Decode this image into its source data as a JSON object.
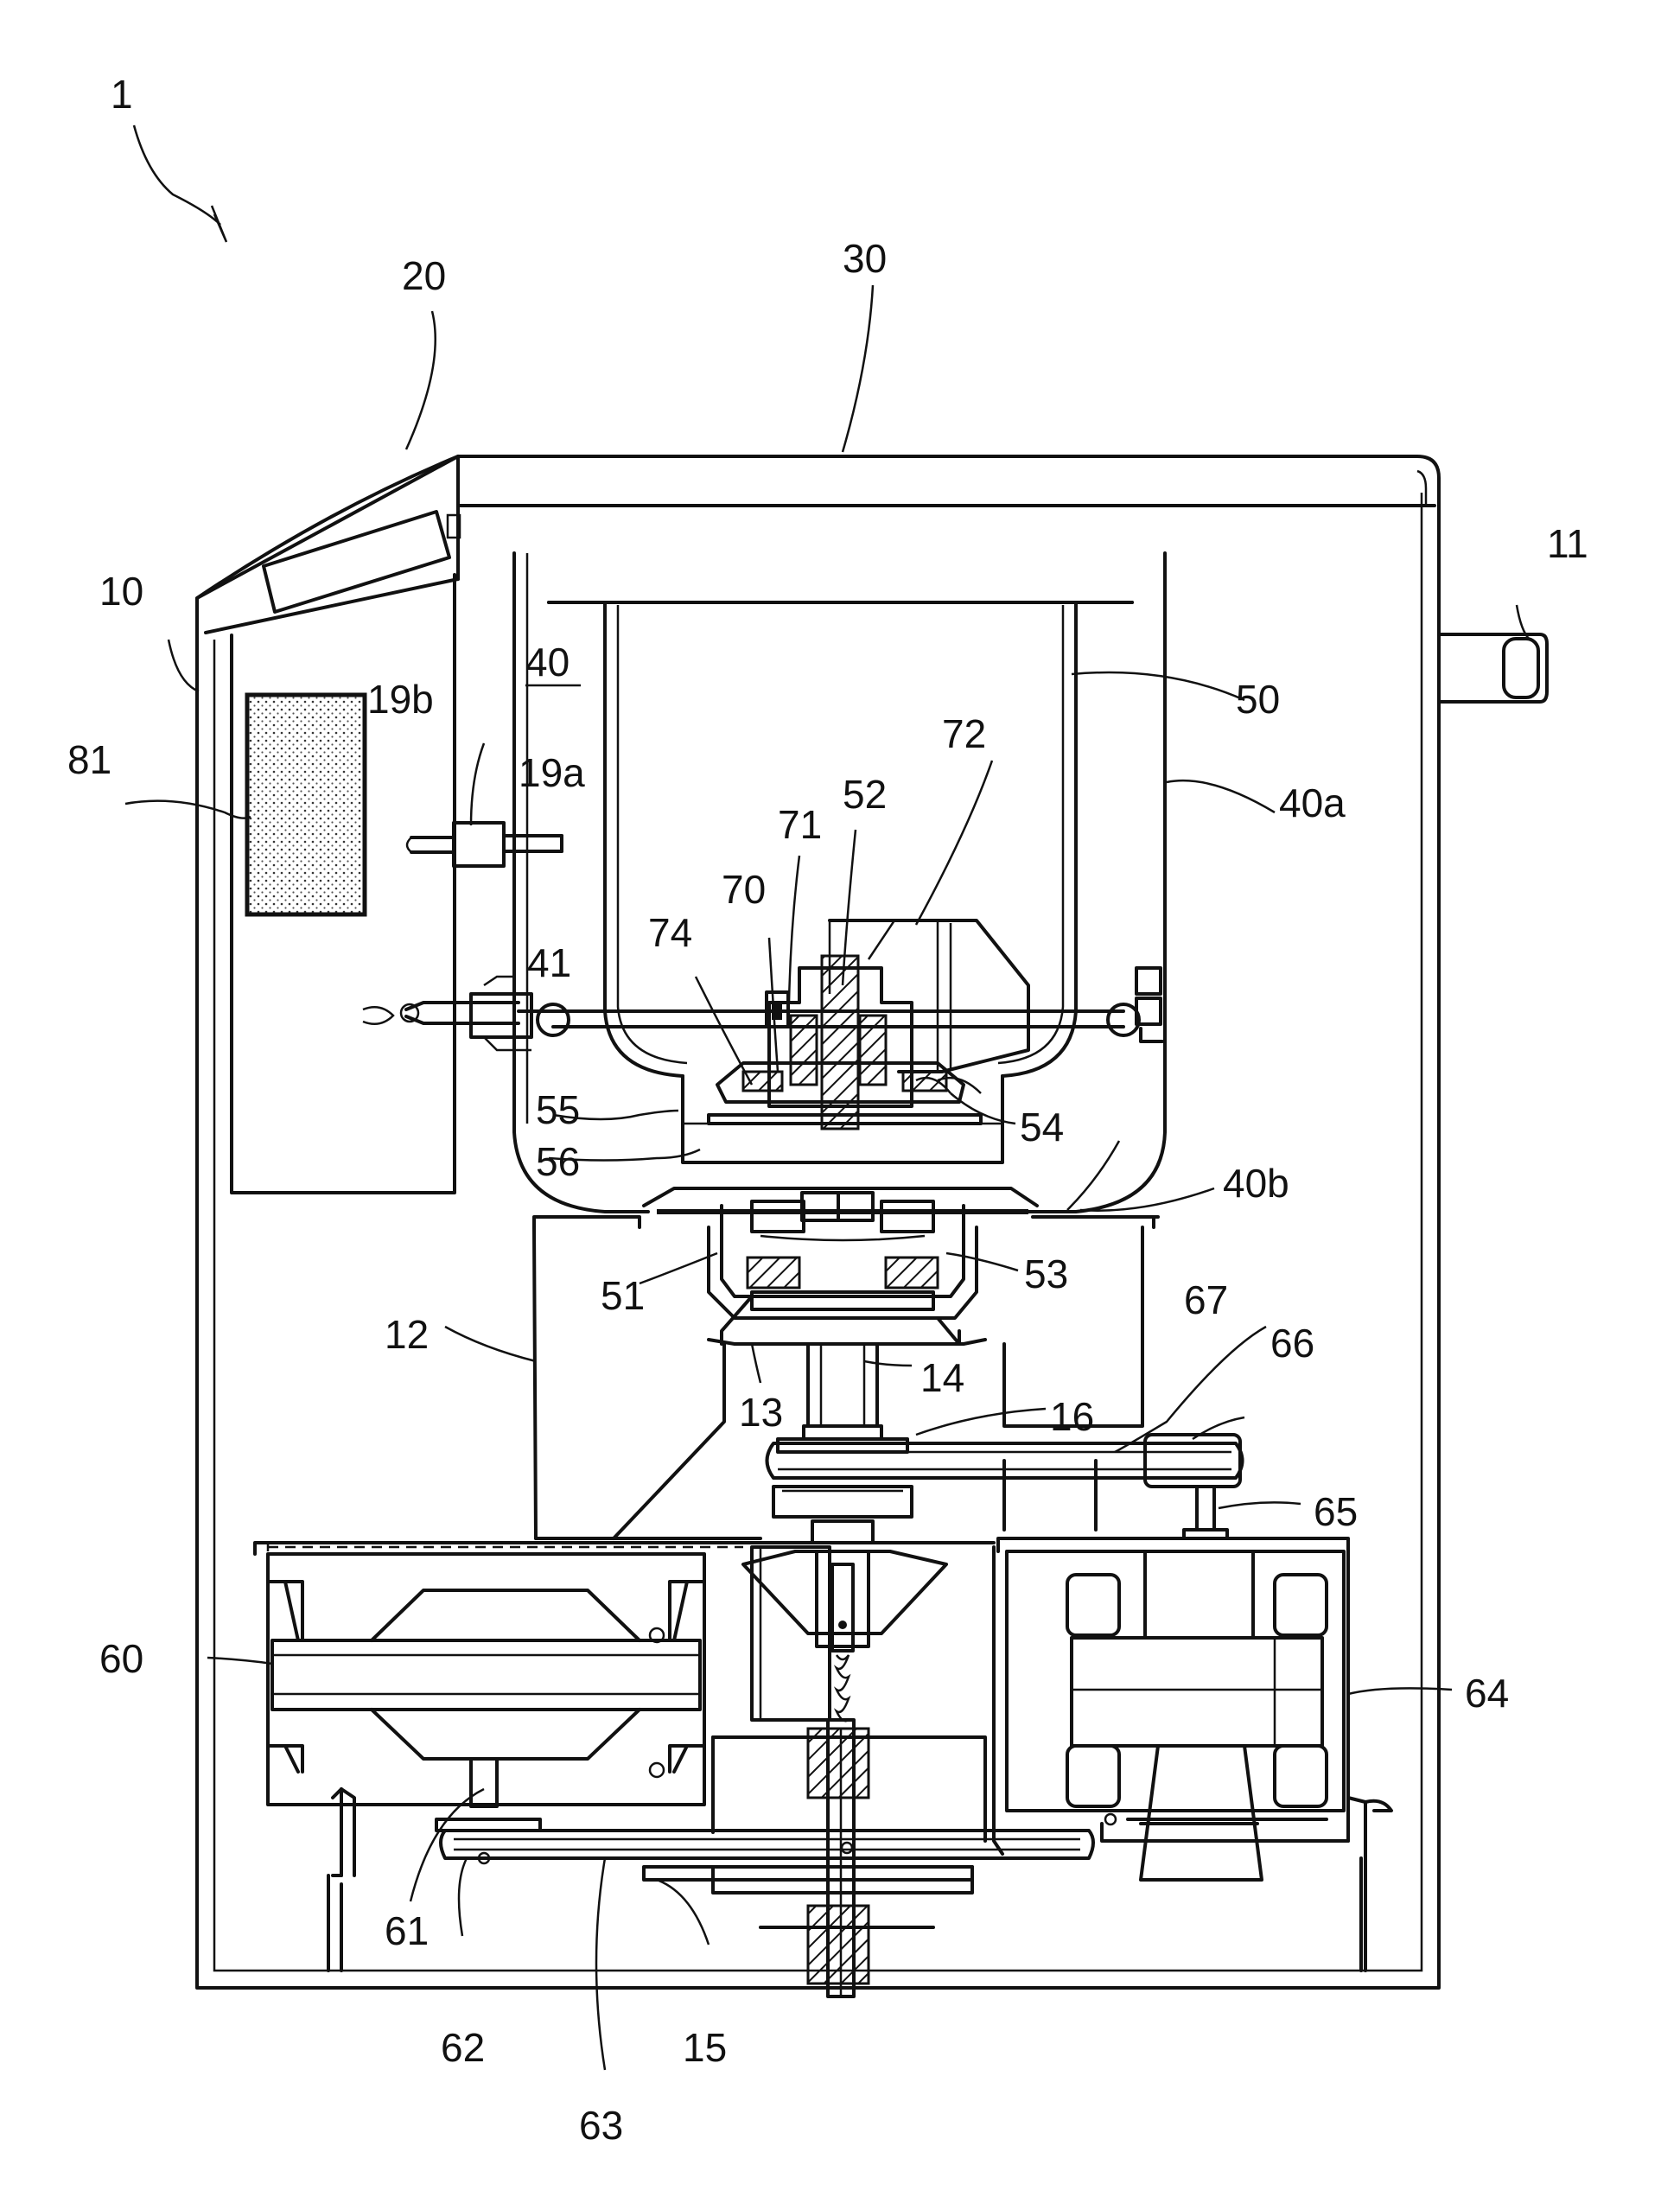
{
  "figure": {
    "labels": {
      "l1": "1",
      "l10": "10",
      "l11": "11",
      "l12": "12",
      "l13": "13",
      "l14": "14",
      "l15": "15",
      "l16": "16",
      "l19a": "19a",
      "l19b": "19b",
      "l20": "20",
      "l30": "30",
      "l40": "40",
      "l40a": "40a",
      "l40b": "40b",
      "l41": "41",
      "l50": "50",
      "l51": "51",
      "l52": "52",
      "l53": "53",
      "l54": "54",
      "l55": "55",
      "l56": "56",
      "l60": "60",
      "l61": "61",
      "l62": "62",
      "l63": "63",
      "l64": "64",
      "l65": "65",
      "l66": "66",
      "l67": "67",
      "l70": "70",
      "l71": "71",
      "l72": "72",
      "l74": "74",
      "l81": "81"
    }
  }
}
